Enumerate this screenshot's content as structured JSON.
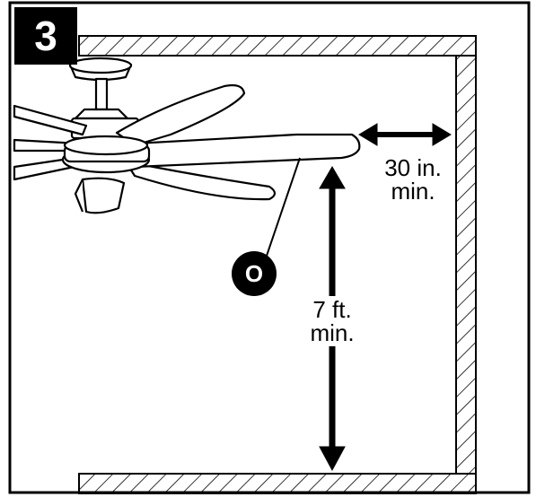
{
  "step_number": "3",
  "callout_letter": "O",
  "side_clearance": {
    "line1": "30 in.",
    "line2": "min."
  },
  "height_clearance": {
    "line1": "7 ft.",
    "line2": "min."
  }
}
